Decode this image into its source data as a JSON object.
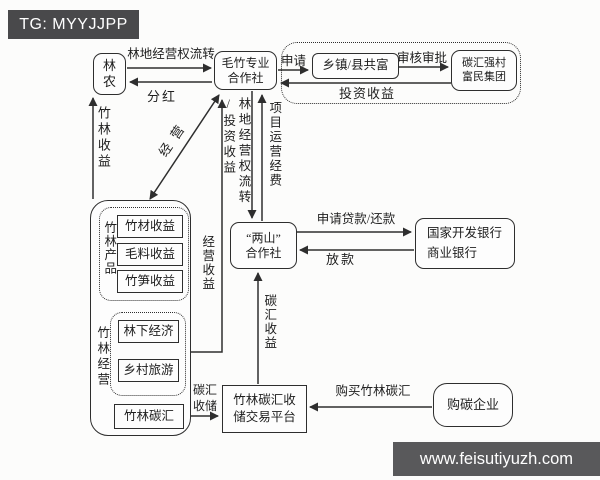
{
  "watermarks": {
    "telegram": "TG: MYYJJPP",
    "website": "www.feisutiyuzh.com"
  },
  "colors": {
    "line": "#2e2e2e",
    "header_bg": "#49494b",
    "footer_bg": "#59595b"
  },
  "nodes": {
    "forest_farmers": "林\n农",
    "bamboo_coop": "毛竹专业\n合作社",
    "township_county": "乡镇/县共富",
    "carbon_rural_group": "碳汇强村\n富民集团",
    "liangshan_coop": "“两山”\n合作社",
    "banks": "国家开发银行\n商业银行",
    "bamboo_products": "竹林产品",
    "timber_income": "竹材收益",
    "wool_income": "毛料收益",
    "shoot_income": "竹笋收益",
    "bamboo_management": "竹林经营",
    "understory_economy": "林下经济",
    "rural_tourism": "乡村旅游",
    "bamboo_carbon": "竹林碳汇",
    "carbon_platform": "竹林碳汇收\n储交易平台",
    "carbon_buyers": "购碳企业"
  },
  "edges": {
    "land_right_transfer": "林地经营权流转",
    "dividend": "分红",
    "apply": "申请",
    "review_approval": "审核审批",
    "investment_income": "投资收益",
    "land_transfer_invest": "林地经营权流转\n/投资收益",
    "project_operation_fee": "项目运营经费",
    "operate": "经营",
    "bamboo_income": "竹林收益",
    "operation_income": "经营收益",
    "carbon_income": "碳汇收益",
    "carbon_storage": "碳汇\n收储",
    "apply_loan_repay": "申请贷款/还款",
    "loan_release": "放款",
    "buy_bamboo_carbon": "购买竹林碳汇"
  }
}
